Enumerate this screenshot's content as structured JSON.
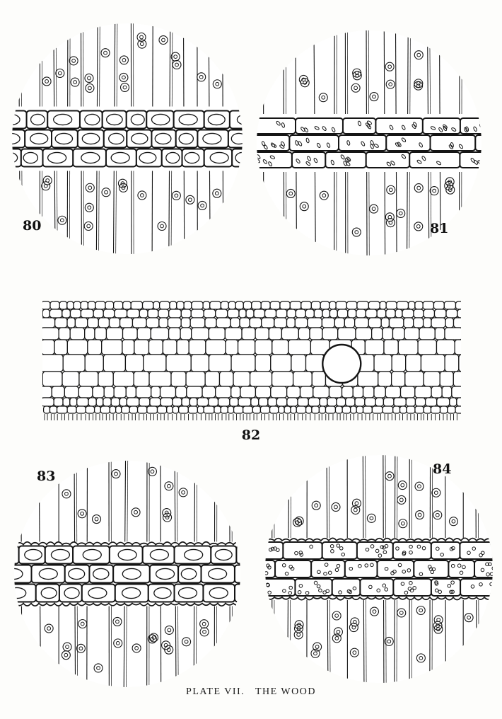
{
  "plate": {
    "caption": "PLATE VII.   THE WOOD",
    "figures": [
      {
        "id": "80",
        "label": "80"
      },
      {
        "id": "81",
        "label": "81"
      },
      {
        "id": "82",
        "label": "82"
      },
      {
        "id": "83",
        "label": "83"
      },
      {
        "id": "84",
        "label": "84"
      }
    ]
  }
}
